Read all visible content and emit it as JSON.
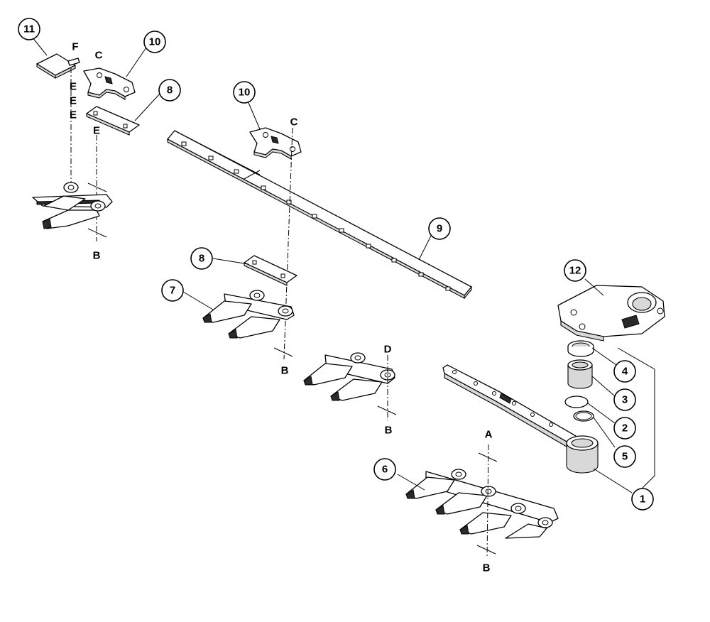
{
  "diagram": {
    "callouts": [
      {
        "id": "c11",
        "label": "11"
      },
      {
        "id": "c10a",
        "label": "10"
      },
      {
        "id": "c8a",
        "label": "8"
      },
      {
        "id": "c10b",
        "label": "10"
      },
      {
        "id": "c9",
        "label": "9"
      },
      {
        "id": "c8b",
        "label": "8"
      },
      {
        "id": "c7",
        "label": "7"
      },
      {
        "id": "c12",
        "label": "12"
      },
      {
        "id": "c4",
        "label": "4"
      },
      {
        "id": "c3",
        "label": "3"
      },
      {
        "id": "c2",
        "label": "2"
      },
      {
        "id": "c5",
        "label": "5"
      },
      {
        "id": "c6",
        "label": "6"
      },
      {
        "id": "c1",
        "label": "1"
      }
    ],
    "letters": {
      "F": "F",
      "C": "C",
      "E": "E",
      "B": "B",
      "D": "D",
      "A": "A"
    }
  }
}
